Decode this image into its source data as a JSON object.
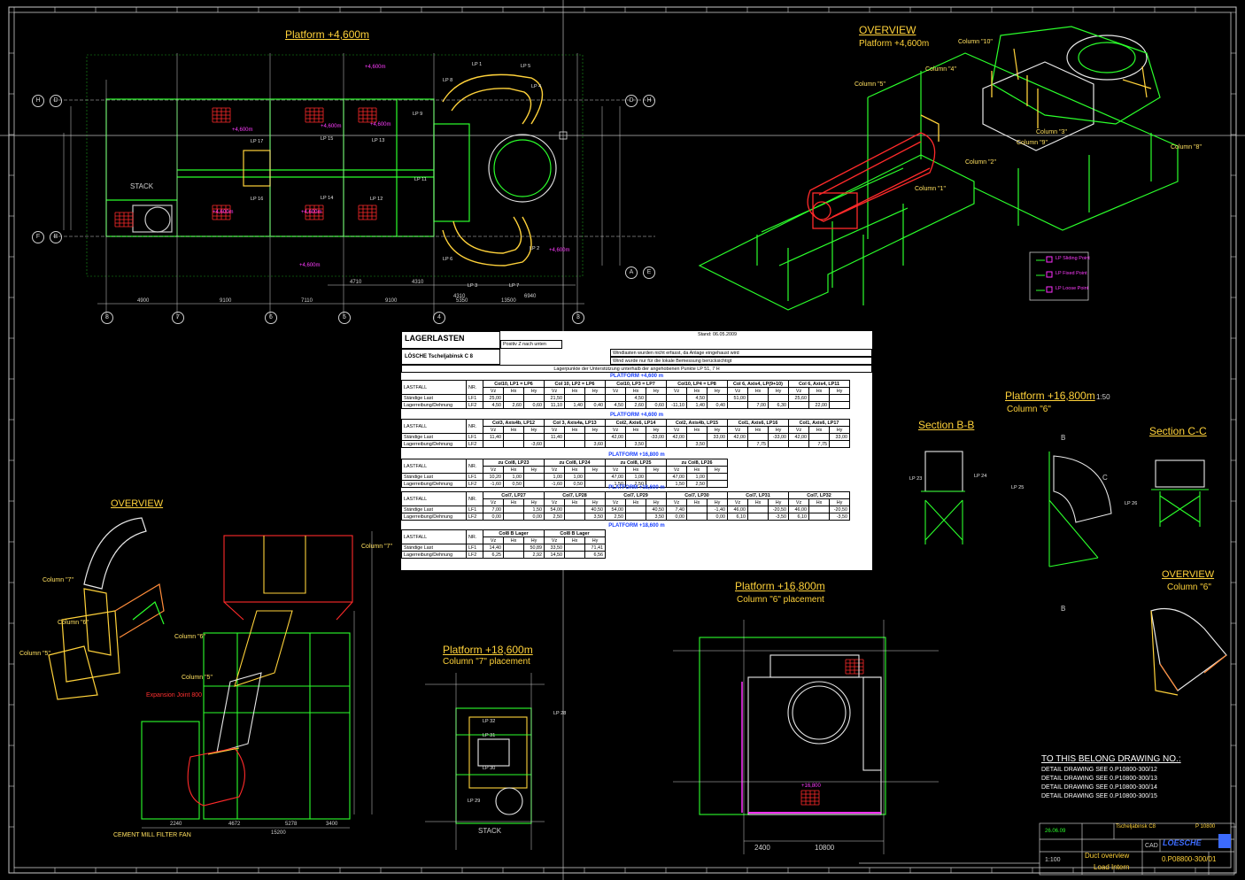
{
  "plan_main": {
    "title": "Platform +4,600m",
    "grid_rows": [
      "H",
      "D",
      "F",
      "B",
      "A",
      "E"
    ],
    "grid_cols": [
      "8",
      "7",
      "6",
      "5",
      "4",
      "3"
    ],
    "dims_bottom": [
      "4900",
      "9100",
      "7110",
      "9100",
      "5350",
      "13500"
    ],
    "dims_inner": [
      "4710",
      "4310",
      "4310",
      "6940"
    ],
    "stack_label": "STACK",
    "lp_labels": [
      "LP 1",
      "LP 5",
      "LP 8",
      "LP 4",
      "LP 9",
      "LP 17",
      "LP 15",
      "LP 16",
      "LP 13",
      "LP 14",
      "LP 12",
      "LP 11",
      "LP 6",
      "LP 3",
      "LP 7",
      "LP 2"
    ],
    "levels": [
      "+4,600m",
      "+4,600m",
      "+4,600m",
      "+4,600m",
      "+4,600m",
      "+4,600m",
      "+4,600m",
      "+4,600m"
    ]
  },
  "overview_main": {
    "title": "OVERVIEW",
    "subtitle": "Platform +4,600m",
    "columns": [
      "Column \"10\"",
      "Column \"4\"",
      "Column \"5\"",
      "Column \"3\"",
      "Column \"9\"",
      "Column \"8\"",
      "Column \"2\"",
      "Column \"1\""
    ],
    "legend": [
      "LP Sliding Point",
      "LP Fixed Point",
      "LP Loose Point"
    ]
  },
  "load_table": {
    "title": "LAGERLASTEN",
    "company": "LÖSCHE Tscheljabinsk C 8",
    "sign_note": "Positiv Z nach unten",
    "date": "Stand: 06.05.2009",
    "notes": [
      "Windlasten wurden nicht erfasst, da Anlage eingehaust wird",
      "Wind wurde nur für die lokale Bemessung berücksichtigt",
      "Lagerpunkte der Unterstützung unterhalb der angehobenen Punkte LP 51, 7 H"
    ],
    "row_labels": [
      "Ständige Last",
      "Lagerreibung/Dehnung"
    ],
    "col_lastfall": "LASTFALL",
    "col_nr": "NR.",
    "sub_headers": [
      "Vz",
      "Hx",
      "Hy"
    ],
    "blocks": [
      {
        "phase": "PLATFORM +4,600 m",
        "groups": [
          "Col10, LP1 = LP6",
          "Col 10, LP2 = LP6",
          "Col10, LP3 = LP7",
          "Col10, LP4 = LP8",
          "Col 6, Axis4, LP(9+10)",
          "Col 6, Axis4, LP11"
        ],
        "rows": [
          [
            "25,00",
            "",
            "",
            "21,50",
            "",
            "",
            "",
            "4,50",
            "",
            "",
            "4,50",
            "",
            "51,00",
            "",
            "",
            "25,60",
            "",
            ""
          ],
          [
            "4,50",
            "2,60",
            "0,60",
            "11,10",
            "1,40",
            "0,40",
            "4,50",
            "2,60",
            "0,60",
            "-11,10",
            "1,40",
            "0,40",
            "",
            "7,00",
            "6,30",
            "",
            "22,00",
            ""
          ]
        ]
      },
      {
        "phase": "PLATFORM +4,600 m",
        "groups": [
          "Col3, Axis4b, LP12",
          "Col 3, Axis4a, LP13",
          "Col2, Axis6, LP14",
          "Col2, Axis4b, LP15",
          "Col1, Axis6, LP16",
          "Col1, Axis6, LP17"
        ],
        "rows": [
          [
            "11,40",
            "",
            "",
            "11,40",
            "",
            "",
            "42,00",
            "",
            "-33,00",
            "42,00",
            "",
            "33,00",
            "42,00",
            "",
            "-33,00",
            "42,00",
            "",
            "33,00"
          ],
          [
            "",
            "",
            "-3,60",
            "",
            "",
            "3,60",
            "",
            "3,50",
            "",
            "",
            "3,50",
            "",
            "",
            "7,75",
            "",
            "",
            "7,75",
            ""
          ]
        ]
      },
      {
        "phase": "PLATFORM +16,800 m",
        "groups": [
          "zu Col8, LP23",
          "zu Col8, LP24",
          "zu Col8, LP25",
          "zu Col8, LP26"
        ],
        "rows": [
          [
            "10,20",
            "1,00",
            "",
            "1,00",
            "1,00",
            "",
            "47,00",
            "1,00",
            "",
            "47,00",
            "1,00",
            ""
          ],
          [
            "-1,60",
            "0,50",
            "",
            "-1,60",
            "0,50",
            "",
            "1,50",
            "2,50",
            "",
            "1,50",
            "2,50",
            ""
          ]
        ]
      },
      {
        "phase": "PLATFORM +18,600 m",
        "groups": [
          "Col7, LP27",
          "Col7, LP28",
          "Col7, LP29",
          "Col7, LP30",
          "Col7, LP31",
          "Col7, LP32"
        ],
        "rows": [
          [
            "7,00",
            "",
            "1,50",
            "54,00",
            "",
            "40,50",
            "54,00",
            "",
            "40,50",
            "7,40",
            "",
            "-1,40",
            "46,00",
            "",
            "-20,50",
            "46,00",
            "",
            "-20,50"
          ],
          [
            "0,00",
            "",
            "0,00",
            "2,50",
            "",
            "3,50",
            "2,50",
            "",
            "3,50",
            "0,00",
            "",
            "0,00",
            "6,10",
            "",
            "-3,50",
            "6,10",
            "",
            "-3,50"
          ]
        ]
      },
      {
        "phase": "PLATFORM +18,600 m",
        "groups": [
          "Col8 B Lager",
          "Col8 B Lager"
        ],
        "rows": [
          [
            "14,40",
            "",
            "50,89",
            "33,50",
            "",
            "71,41"
          ],
          [
            "6,25",
            "",
            "2,92",
            "14,50",
            "",
            "6,56"
          ]
        ]
      }
    ]
  },
  "overview_left": {
    "title": "OVERVIEW",
    "columns": [
      "Column \"7\"",
      "Column \"6\"",
      "Column \"5\""
    ]
  },
  "elevation": {
    "labels": [
      "Column \"7\"",
      "Column \"6\"",
      "Column \"5\"",
      "Expansion Joint 800",
      "CEMENT MILL FILTER FAN"
    ],
    "dims": [
      "2240",
      "4672",
      "5278",
      "3400",
      "15200"
    ]
  },
  "plan_186": {
    "title": "Platform +18,600m",
    "subtitle": "Column \"7\" placement",
    "stack_label": "STACK",
    "lps": [
      "LP 32",
      "LP 31",
      "LP 28",
      "LP 30",
      "LP 29"
    ]
  },
  "plan_168": {
    "title": "Platform +16,800m",
    "subtitle": "Column \"6\" placement",
    "dims": [
      "2400",
      "10800"
    ],
    "elevation": "+16,800"
  },
  "detail_168": {
    "title": "Platform +16,800m",
    "scale": "1:50",
    "subtitle": "Column \"6\""
  },
  "sections": {
    "bb_title": "Section B-B",
    "cc_title": "Section C-C",
    "overview_title": "OVERVIEW",
    "overview_sub": "Column \"6\"",
    "marks": [
      "B",
      "C",
      "B"
    ],
    "lps": [
      "LP 23",
      "LP 24",
      "LP 25",
      "LP 26"
    ]
  },
  "belong": {
    "heading": "TO THIS BELONG DRAWING NO.:",
    "lines": [
      "DETAIL DRAWING SEE 0.P10800-300/12",
      "DETAIL DRAWING SEE 0.P10800-300/13",
      "DETAIL DRAWING SEE 0.P10800-300/14",
      "DETAIL DRAWING SEE 0.P10800-300/15"
    ]
  },
  "title_block": {
    "project": "Tscheljabinsk C8",
    "project_no": "P 10800",
    "company": "LOESCHE",
    "desc1": "Duct overview",
    "desc2": "Load Intern",
    "drawing_no": "0.P08800-300/01",
    "scale": "1:100",
    "cad": "CAD",
    "date": "26.06.09"
  },
  "colors": {
    "green": "#2bff2b",
    "yellow": "#ffd23a",
    "magenta": "#ff30ff",
    "red": "#ff2a2a",
    "grey": "#c8c8c8",
    "white": "#ffffff"
  }
}
